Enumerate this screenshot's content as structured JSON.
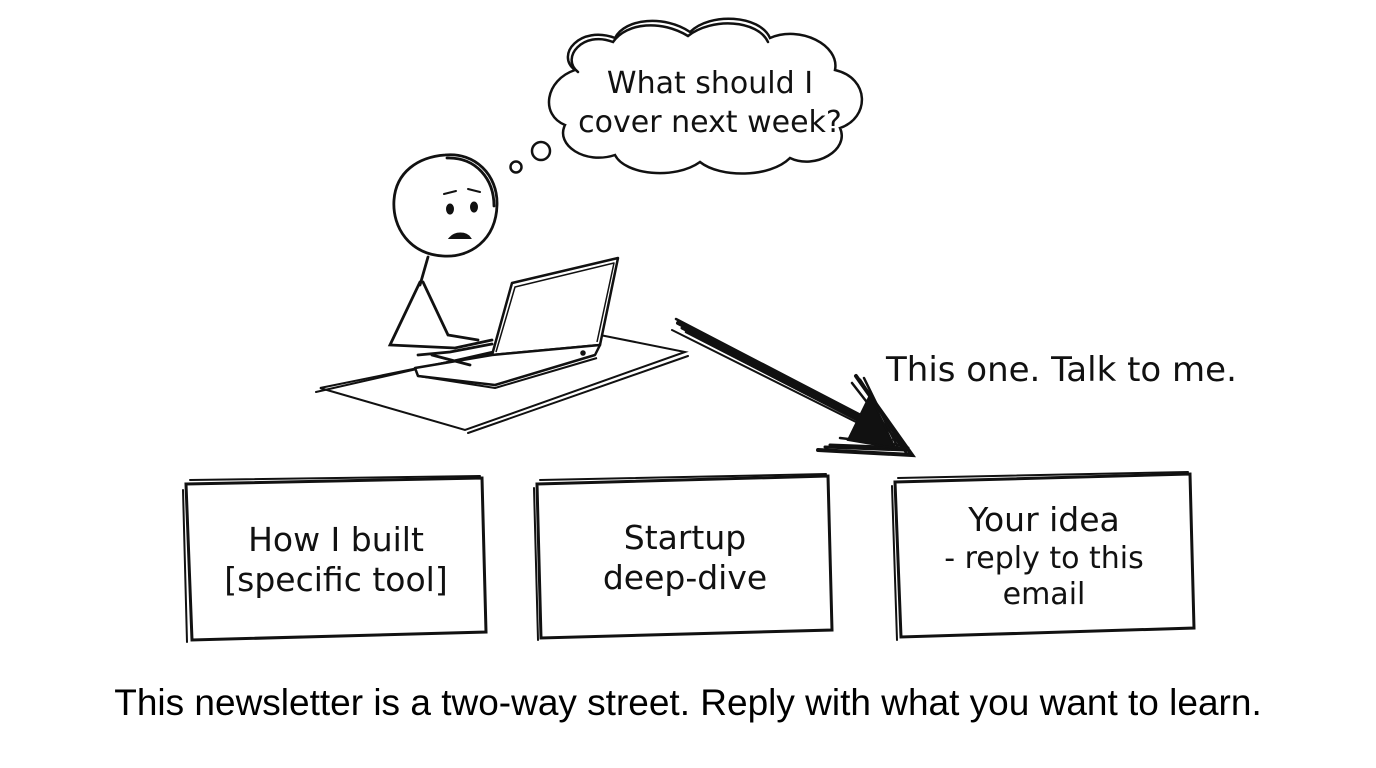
{
  "thought_bubble": {
    "line1": "What should I",
    "line2": "cover next week?"
  },
  "callout": "This one. Talk to me.",
  "options": [
    {
      "line1": "How I built",
      "line2": "[specific tool]"
    },
    {
      "line1": "Startup",
      "line2": "deep-dive"
    },
    {
      "line1": "Your idea",
      "line2": "- reply to this",
      "line3": "email"
    }
  ],
  "caption": "This newsletter is a two-way street. Reply with what you want to learn.",
  "colors": {
    "ink": "#111111",
    "background": "#ffffff"
  }
}
